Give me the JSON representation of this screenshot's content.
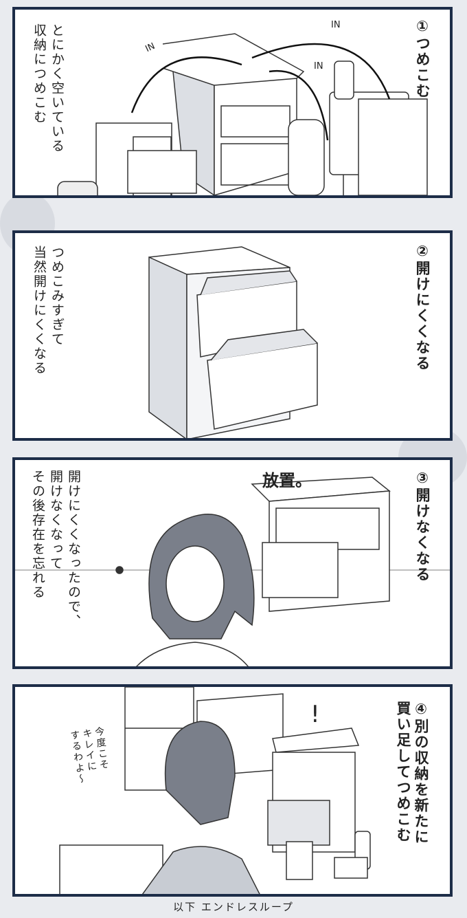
{
  "panels": [
    {
      "title": "①つめこむ",
      "caption": "とにかく空いている\n収納につめこむ",
      "labels": [
        "IN",
        "IN",
        "IN"
      ]
    },
    {
      "title": "②開けにくくなる",
      "caption": "つめこみすぎて\n当然開けにくくなる"
    },
    {
      "title": "③開けなくなる",
      "caption": "開けにくくなったので、\n開けなくなって\nその後存在を忘れる",
      "sfx": "放置。"
    },
    {
      "title": "④別の収納を新たに\n買い足してつめこむ",
      "speech": "今度こそ\nキレイに\nするわよ〜",
      "sfx": "!"
    }
  ],
  "footer": "以下 エンドレスループ",
  "colors": {
    "frame": "#1d2d48",
    "background": "#e9ebef"
  }
}
